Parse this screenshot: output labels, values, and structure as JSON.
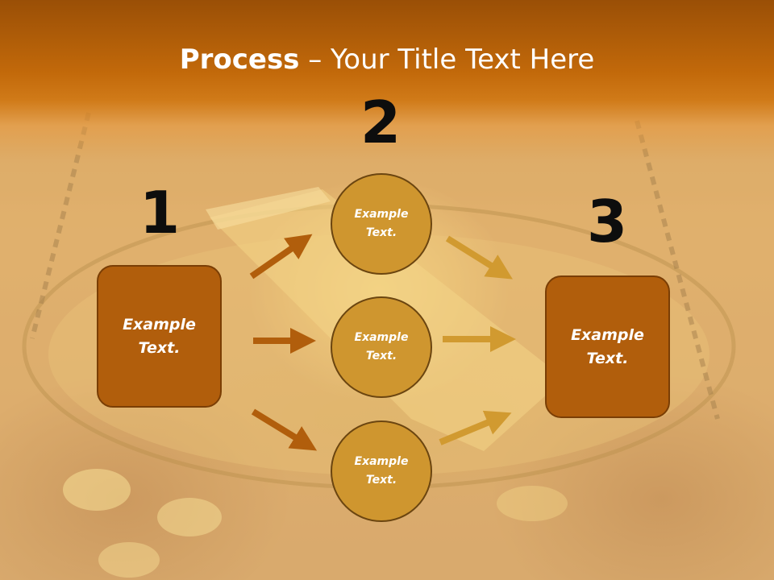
{
  "slide": {
    "title_bold": "Process",
    "title_rest": " – Your Title Text Here"
  },
  "steps": {
    "one": {
      "number": "1"
    },
    "two": {
      "number": "2"
    },
    "three": {
      "number": "3"
    }
  },
  "left_box": {
    "text": "Example Text."
  },
  "right_box": {
    "text": "Example Text."
  },
  "circles": [
    {
      "text": "Example Text."
    },
    {
      "text": "Example Text."
    },
    {
      "text": "Example Text."
    }
  ],
  "colors": {
    "title_band": "#c2690a",
    "box_fill": "#b15e0c",
    "circle_fill": "#cf962f",
    "arrow_dark": "#b15e0c",
    "arrow_light": "#d19a30",
    "number_color": "#0d0d0d"
  }
}
